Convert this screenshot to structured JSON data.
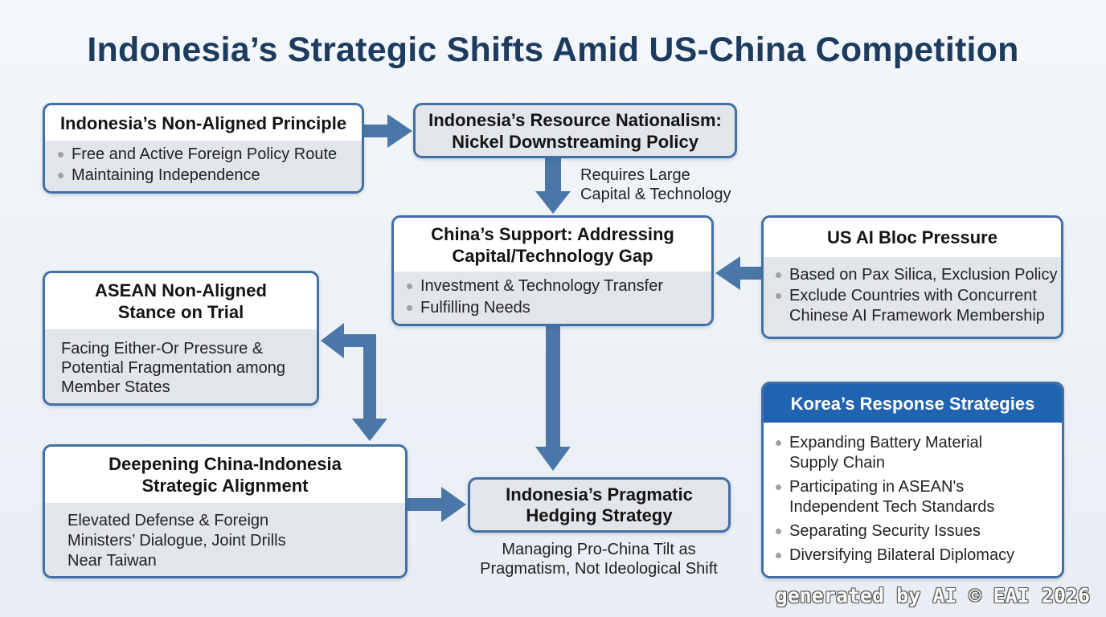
{
  "title": "Indonesia’s Strategic Shifts Amid US-China Competition",
  "colors": {
    "title": "#1c3b5e",
    "border": "#4170a5",
    "arrow": "#4b77a8",
    "body_bg": "#e2e5e9",
    "korea_header": "#1f63b1"
  },
  "nodes": {
    "non_aligned_principle": {
      "title": [
        "Indonesia’s Non-Aligned Principle"
      ],
      "bullets": [
        [
          "Free and Active Foreign Policy Route"
        ],
        [
          "Maintaining Independence"
        ]
      ]
    },
    "resource_nationalism": {
      "title": [
        "Indonesia’s Resource Nationalism:",
        "Nickel Downstreaming Policy"
      ]
    },
    "china_support": {
      "title": [
        "China’s Support: Addressing",
        "Capital/Technology Gap"
      ],
      "bullets": [
        [
          "Investment & Technology Transfer"
        ],
        [
          "Fulfilling Needs"
        ]
      ]
    },
    "us_ai_bloc": {
      "title": [
        "US AI Bloc Pressure"
      ],
      "bullets": [
        [
          "Based on Pax Silica, Exclusion Policy"
        ],
        [
          "Exclude Countries with Concurrent",
          "Chinese AI Framework Membership"
        ]
      ]
    },
    "asean_stance": {
      "title": [
        "ASEAN Non-Aligned",
        "Stance on Trial"
      ],
      "body": [
        "Facing Either-Or Pressure &",
        "Potential Fragmentation among",
        "Member States"
      ]
    },
    "china_indonesia_alignment": {
      "title": [
        "Deepening China-Indonesia",
        "Strategic Alignment"
      ],
      "body": [
        "Elevated Defense & Foreign",
        "Ministers’ Dialogue, Joint Drills",
        "Near Taiwan"
      ]
    },
    "pragmatic_hedging": {
      "title": [
        "Indonesia’s Pragmatic",
        "Hedging Strategy"
      ]
    },
    "korea_response": {
      "title": "Korea’s Response Strategies",
      "bullets": [
        [
          "Expanding Battery Material",
          "Supply Chain"
        ],
        [
          "Participating in ASEAN's",
          "Independent Tech Standards"
        ],
        [
          "Separating Security Issues"
        ],
        [
          "Diversifying Bilateral Diplomacy"
        ]
      ]
    }
  },
  "labels": {
    "requires": [
      "Requires Large",
      "Capital & Technology"
    ],
    "managing": [
      "Managing Pro-China Tilt as",
      "Pragmatism, Not Ideological Shift"
    ]
  },
  "watermark": "generated by AI © EAI 2026"
}
